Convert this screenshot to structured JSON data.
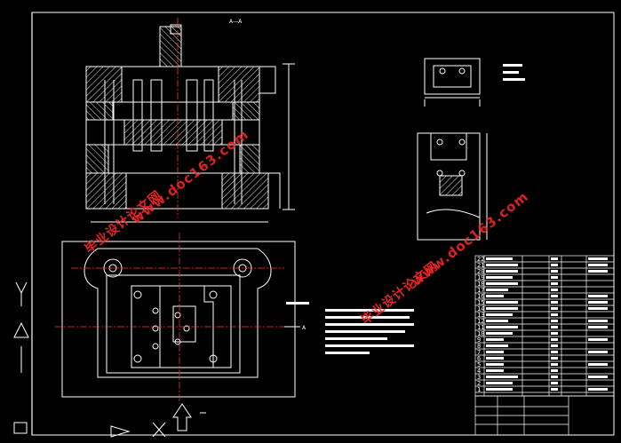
{
  "section_label": "A—A",
  "section_label_b": "A",
  "watermark_url": "www.doc163.com",
  "watermark_cn": "毕业设计论文网",
  "colors": {
    "background": "#000000",
    "lines": "#ffffff",
    "hatch": "#ffffff",
    "watermark": "#ff2828",
    "centerline": "#ff3333"
  },
  "bom": {
    "rows": [
      {
        "no": "22"
      },
      {
        "no": "21"
      },
      {
        "no": "20"
      },
      {
        "no": "19"
      },
      {
        "no": "18"
      },
      {
        "no": "17"
      },
      {
        "no": "16"
      },
      {
        "no": "15"
      },
      {
        "no": "14"
      },
      {
        "no": "13"
      },
      {
        "no": "12"
      },
      {
        "no": "11"
      },
      {
        "no": "10"
      },
      {
        "no": "9"
      },
      {
        "no": "8"
      },
      {
        "no": "7"
      },
      {
        "no": "6"
      },
      {
        "no": "5"
      },
      {
        "no": "4"
      },
      {
        "no": "3"
      },
      {
        "no": "2"
      },
      {
        "no": "1"
      }
    ]
  }
}
